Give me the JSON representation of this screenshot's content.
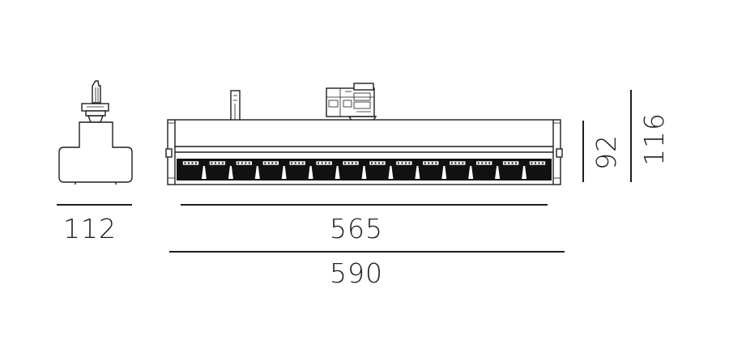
{
  "dimensions": {
    "side_width": "112",
    "body_length": "565",
    "total_length": "590",
    "body_height": "92",
    "total_height": "116"
  },
  "lens_count": 14,
  "colors": {
    "line": "#1e1e1e",
    "background": "#ffffff"
  }
}
